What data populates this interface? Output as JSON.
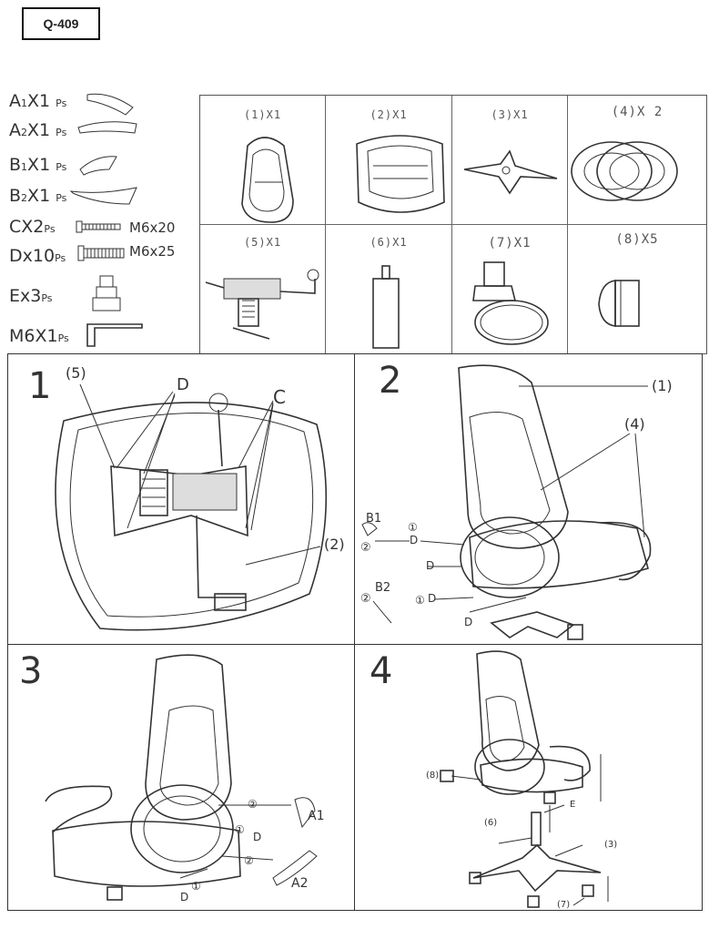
{
  "model": "Q-409",
  "hardware": [
    {
      "letter": "A",
      "sub": "1",
      "qty": "X1",
      "unit": "Ps",
      "size": ""
    },
    {
      "letter": "A",
      "sub": "2",
      "qty": "X1",
      "unit": "Ps",
      "size": ""
    },
    {
      "letter": "B",
      "sub": "1",
      "qty": "X1",
      "unit": "Ps",
      "size": ""
    },
    {
      "letter": "B",
      "sub": "2",
      "qty": "X1",
      "unit": "Ps",
      "size": ""
    },
    {
      "letter": "C",
      "sub": "",
      "qty": "X2",
      "unit": "Ps",
      "size": "M6x20"
    },
    {
      "letter": "D",
      "sub": "",
      "qty": "x10",
      "unit": "Ps",
      "size": "M6x25"
    },
    {
      "letter": "E",
      "sub": "",
      "qty": "x3",
      "unit": "Ps",
      "size": ""
    },
    {
      "letter": "M6",
      "sub": "",
      "qty": "X1",
      "unit": "Ps",
      "size": ""
    }
  ],
  "parts": [
    {
      "label": "(1)X1"
    },
    {
      "label": "(2)X1"
    },
    {
      "label": "(3)X1"
    },
    {
      "label": "(4)X 2"
    },
    {
      "label": "(5)X1"
    },
    {
      "label": "(6)X1"
    },
    {
      "label": "(7)X1"
    },
    {
      "label": "(8)X5"
    }
  ],
  "steps": {
    "s1": {
      "num": "1",
      "l5": "(5)",
      "lD": "D",
      "lC": "C",
      "l2": "(2)"
    },
    "s2": {
      "num": "2",
      "l1": "(1)",
      "l4": "(4)",
      "lB1": "B1",
      "lB2": "B2",
      "lD1": "D",
      "lD2": "D",
      "lD3": "D",
      "lD4": "D",
      "c1": "①",
      "c2": "②",
      "c3": "①",
      "c4": "②"
    },
    "s3": {
      "num": "3",
      "lA1": "A1",
      "lA2": "A2",
      "lD1": "D",
      "lD2": "D",
      "c1": "②",
      "c2": "①",
      "c3": "②",
      "c4": "①"
    },
    "s4": {
      "num": "4",
      "l8": "(8)",
      "lE": "E",
      "l6": "(6)",
      "l3": "(3)",
      "l7": "(7)"
    }
  }
}
